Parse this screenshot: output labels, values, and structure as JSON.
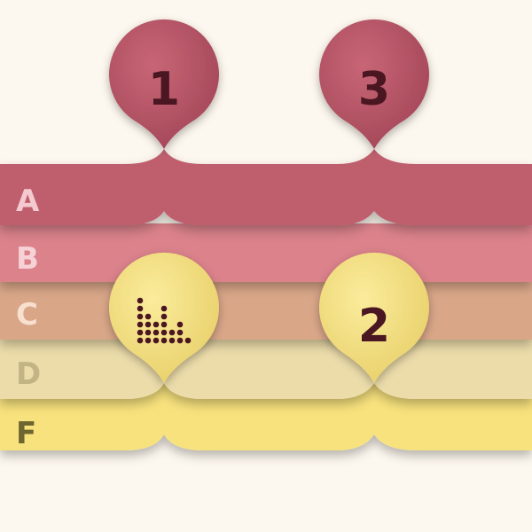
{
  "colors": {
    "background": "#fdf8ef",
    "band_a": "#bf5e6e",
    "band_b": "#db828b",
    "band_c": "#d9a688",
    "band_d": "#ecdcaa",
    "band_f": "#f8e27d",
    "badge_rose": "#bf5e6e",
    "badge_yellow": "#f7e483",
    "badge_text": "#4a1520"
  },
  "rows": [
    {
      "label": "A",
      "label_color": "#f4c9cf"
    },
    {
      "label": "B",
      "label_color": "#f6d2d6"
    },
    {
      "label": "C",
      "label_color": "#f8e0d0"
    },
    {
      "label": "D",
      "label_color": "#c3b485"
    },
    {
      "label": "F",
      "label_color": "#6e6530"
    }
  ],
  "badges": [
    {
      "id": "badge-1",
      "text": "1",
      "color": "rose"
    },
    {
      "id": "badge-3",
      "text": "3",
      "color": "rose"
    },
    {
      "id": "badge-chart",
      "icon": "bar-chart-icon",
      "color": "yellow"
    },
    {
      "id": "badge-2",
      "text": "2",
      "color": "yellow"
    }
  ]
}
